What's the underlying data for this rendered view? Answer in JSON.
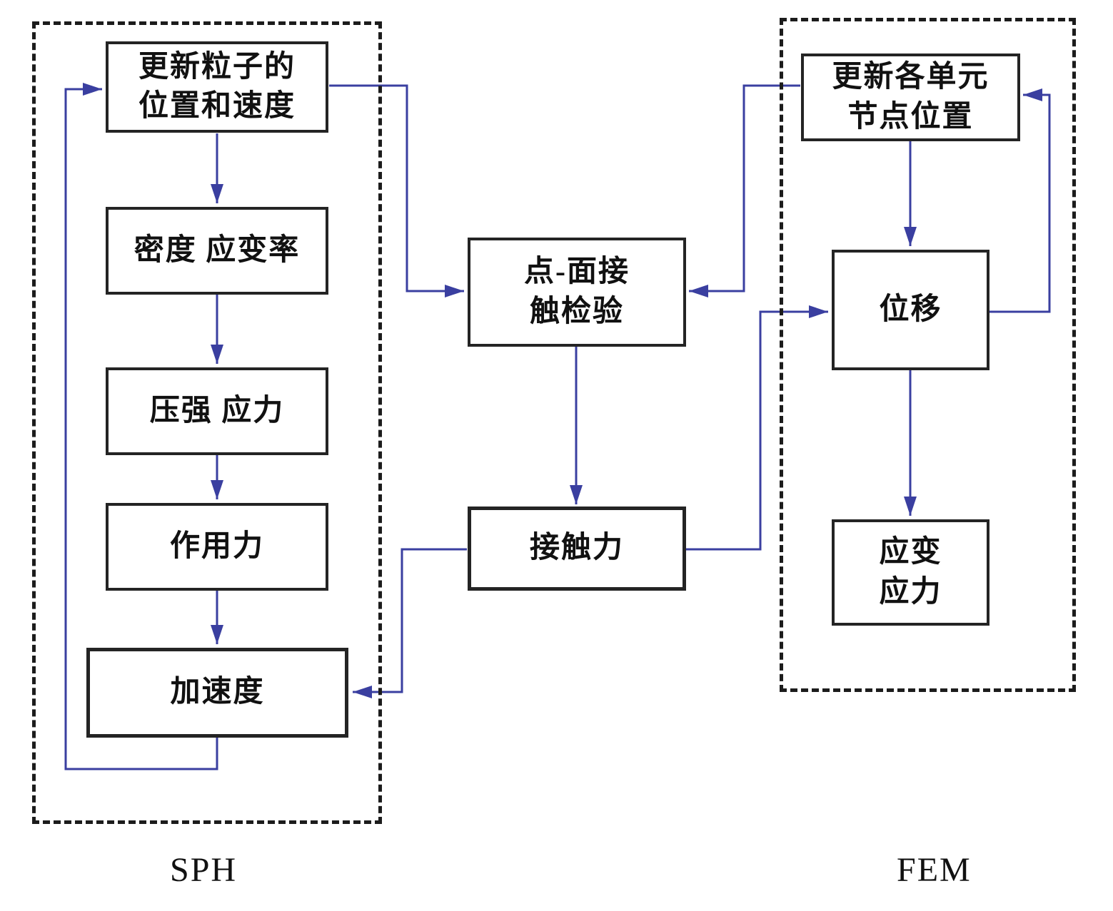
{
  "colors": {
    "arrow": "#3a3fa0",
    "box_border": "#242424"
  },
  "sph": {
    "label": "SPH",
    "update_particles": {
      "line1": "更新粒子的",
      "line2": "位置和速度"
    },
    "density_strain_rate": "密度 应变率",
    "pressure_stress": "压强 应力",
    "force": "作用力",
    "acceleration": "加速度"
  },
  "coupling": {
    "contact_check": {
      "line1": "点-面接",
      "line2": "触检验"
    },
    "contact_force": "接触力"
  },
  "fem": {
    "label": "FEM",
    "update_nodes": {
      "line1": "更新各单元",
      "line2": "节点位置"
    },
    "displacement": "位移",
    "strain_stress": {
      "line1": "应变",
      "line2": "应力"
    }
  }
}
